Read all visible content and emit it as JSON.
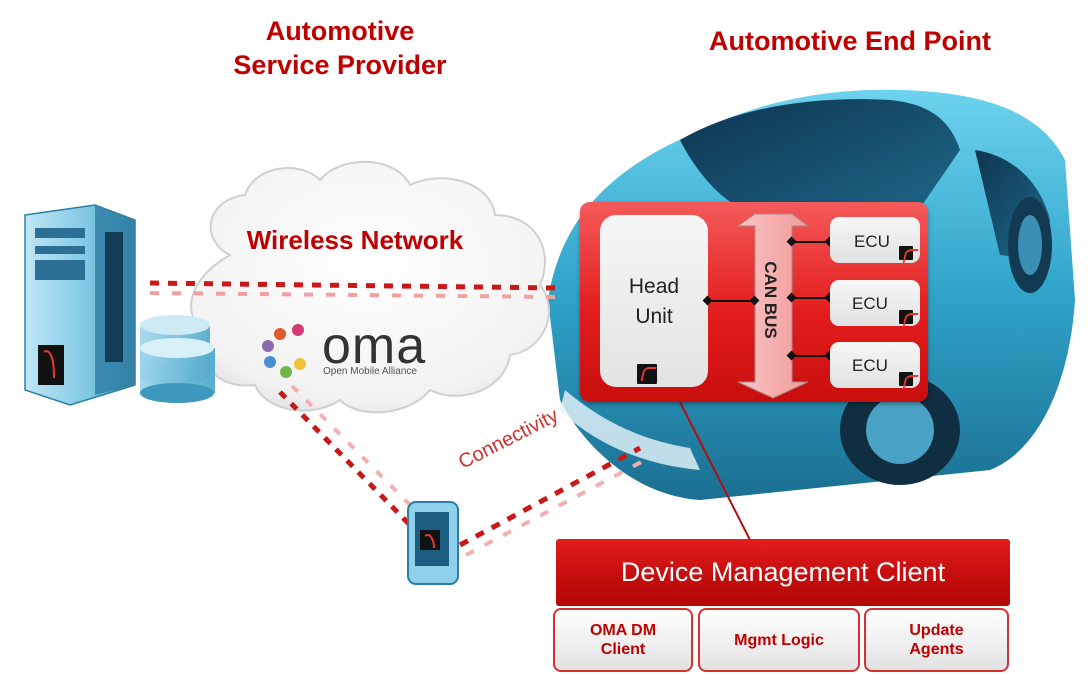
{
  "titles": {
    "service_provider_line1": "Automotive",
    "service_provider_line2": "Service Provider",
    "end_point": "Automotive End Point",
    "wireless_network": "Wireless Network"
  },
  "oma": {
    "word": "oma",
    "tagline": "Open Mobile Alliance"
  },
  "connectivity_label": "Connectivity",
  "head_unit": {
    "line1": "Head",
    "line2": "Unit"
  },
  "can_bus": "CAN BUS",
  "ecus": [
    "ECU",
    "ECU",
    "ECU"
  ],
  "dm_client": {
    "title": "Device Management Client",
    "components": [
      {
        "line1": "OMA DM",
        "line2": "Client"
      },
      {
        "line1": "Mgmt Logic",
        "line2": ""
      },
      {
        "line1": "Update",
        "line2": "Agents"
      }
    ]
  },
  "colors": {
    "accent_red": "#c00000",
    "panel_red": "#e31d1d",
    "car_blue": "#2fa3c9"
  }
}
